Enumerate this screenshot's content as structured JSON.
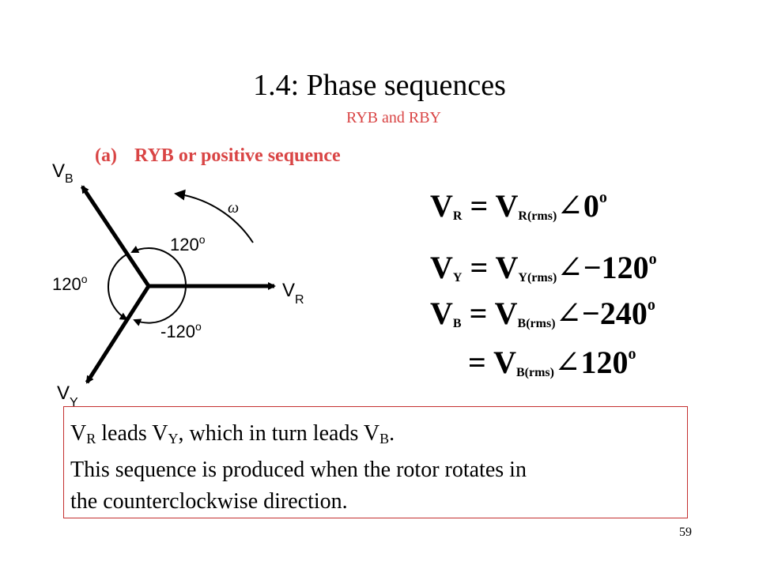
{
  "slide": {
    "title": "1.4:  Phase sequences",
    "subtitle": "RYB and RBY",
    "heading_tag": "(a)",
    "heading_text": "RYB or positive sequence",
    "page_number": "59"
  },
  "diagram": {
    "phasors": [
      {
        "letter": "V",
        "sub": "R"
      },
      {
        "letter": "V",
        "sub": "Y"
      },
      {
        "letter": "V",
        "sub": "B"
      }
    ],
    "angle_labels": [
      "120",
      "120",
      "-120"
    ],
    "degree": "o",
    "omega": "ω"
  },
  "equations": [
    {
      "lhs": "V",
      "lhs_sub": "R",
      "rhs": "V",
      "rhs_sub": "R(rms)",
      "angle": "0",
      "deg": "o"
    },
    {
      "lhs": "V",
      "lhs_sub": "Y",
      "rhs": "V",
      "rhs_sub": "Y(rms)",
      "angle": "−120",
      "deg": "o"
    },
    {
      "lhs": "V",
      "lhs_sub": "B",
      "rhs": "V",
      "rhs_sub": "B(rms)",
      "angle": "−240",
      "deg": "o"
    },
    {
      "lhs": "",
      "lhs_sub": "",
      "rhs": "V",
      "rhs_sub": "B(rms)",
      "angle": "120",
      "deg": "o"
    }
  ],
  "note": {
    "l1_a": "V",
    "l1_a_sub": "R",
    "l1_b": " leads V",
    "l1_b_sub": "Y",
    "l1_c": ", which in turn leads V",
    "l1_c_sub": "B",
    "l1_d": ".",
    "line2": "This sequence is produced when the rotor rotates in",
    "line3": "the counterclockwise direction."
  }
}
